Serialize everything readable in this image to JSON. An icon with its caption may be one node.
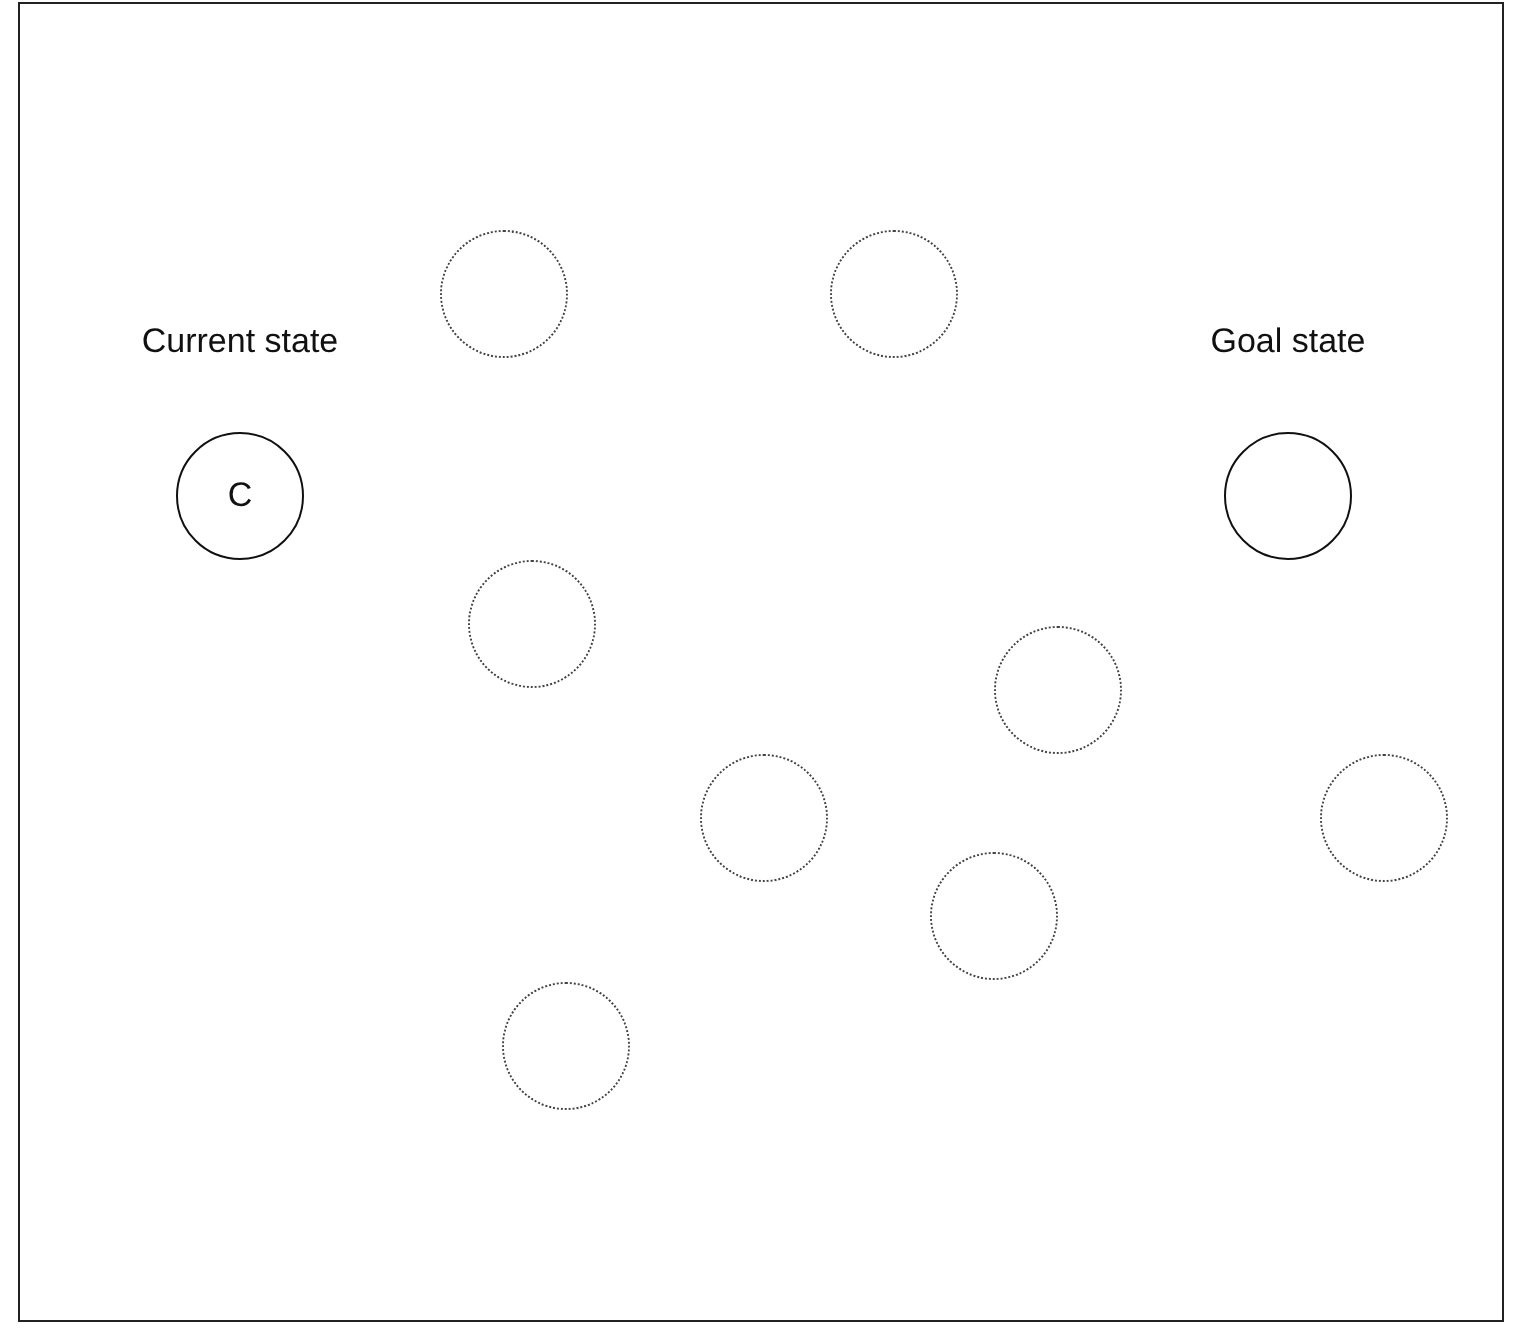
{
  "diagram": {
    "nodes": [
      {
        "text": [],
        "shape": "circle"
      },
      {
        "text": [],
        "shape": "circle"
      },
      {
        "text": [
          "Current state",
          "C"
        ]
      },
      {
        "text": [
          "Goal state"
        ]
      },
      {
        "text": [],
        "shape": "circle"
      },
      {
        "text": [],
        "shape": "circle"
      },
      {
        "text": [],
        "shape": "circle"
      },
      {
        "text": [],
        "shape": "circle"
      },
      {
        "text": [],
        "shape": "circle"
      },
      {
        "text": [],
        "shape": "circle"
      }
    ]
  }
}
